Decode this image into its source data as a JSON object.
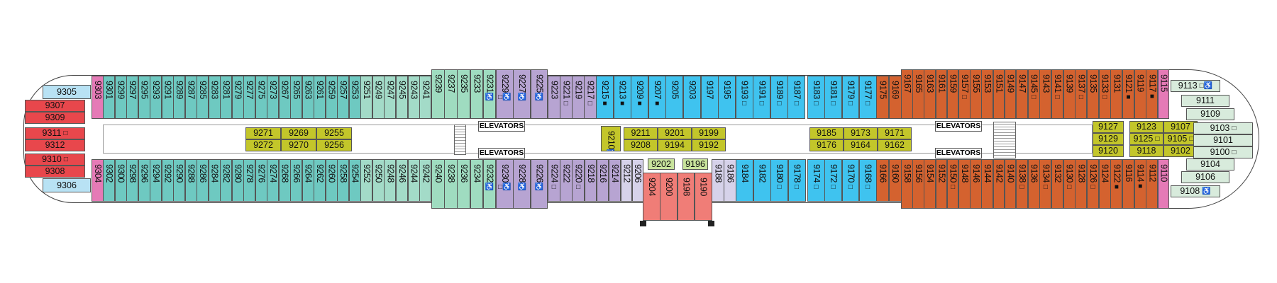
{
  "colors": {
    "teal_dark": "#6ec9c1",
    "teal_light": "#a3dbc8",
    "mint": "#9fdcc0",
    "purple": "#b7a4d2",
    "lavender": "#d6d2ea",
    "blue": "#3fc3ef",
    "orange": "#d4622f",
    "red": "#e8474c",
    "pink": "#e57ab6",
    "sky": "#b8e2f4",
    "olive": "#c3c62a",
    "bow_green": "#d8ebdc",
    "pale_green": "#c8e39c",
    "salmon": "#f07d77"
  },
  "marks": {
    "o": "□",
    "f": "■",
    "a": "♿",
    "oa": "□♿"
  },
  "elevators": [
    "ELEVATORS",
    "ELEVATORS",
    "ELEVATORS",
    "ELEVATORS"
  ],
  "sections": {
    "stern_top_blue": [
      {
        "n": "9305"
      }
    ],
    "stern_red": [
      {
        "n": "9307"
      },
      {
        "n": "9309"
      },
      {
        "n": "9311",
        "m": "o"
      },
      {
        "n": "9312"
      },
      {
        "n": "9310",
        "m": "o"
      },
      {
        "n": "9308"
      }
    ],
    "stern_bottom_blue": [
      {
        "n": "9306"
      }
    ],
    "pink_top_aft": [
      {
        "n": "9303"
      }
    ],
    "pink_bottom_aft": [
      {
        "n": "9304"
      }
    ],
    "teal_top": [
      {
        "n": "9301"
      },
      {
        "n": "9299"
      },
      {
        "n": "9297"
      },
      {
        "n": "9295"
      },
      {
        "n": "9293"
      },
      {
        "n": "9291"
      },
      {
        "n": "9289"
      },
      {
        "n": "9287"
      },
      {
        "n": "9285"
      },
      {
        "n": "9283"
      },
      {
        "n": "9281"
      },
      {
        "n": "9279"
      },
      {
        "n": "9277"
      },
      {
        "n": "9275"
      },
      {
        "n": "9273"
      },
      {
        "n": "9267"
      },
      {
        "n": "9265"
      },
      {
        "n": "9263"
      },
      {
        "n": "9261"
      },
      {
        "n": "9259"
      },
      {
        "n": "9257"
      },
      {
        "n": "9253"
      }
    ],
    "teal_light_top": [
      {
        "n": "9251"
      },
      {
        "n": "9249"
      },
      {
        "n": "9247"
      },
      {
        "n": "9245"
      },
      {
        "n": "9243"
      },
      {
        "n": "9241"
      }
    ],
    "mint_top": [
      {
        "n": "9239"
      },
      {
        "n": "9237"
      },
      {
        "n": "9235"
      },
      {
        "n": "9233"
      },
      {
        "n": "9231",
        "m": "a"
      }
    ],
    "purple_top_a": [
      {
        "n": "9229",
        "m": "oa"
      },
      {
        "n": "9227",
        "m": "a"
      },
      {
        "n": "9225",
        "m": "a"
      }
    ],
    "purple_top_b": [
      {
        "n": "9223"
      },
      {
        "n": "9221",
        "m": "o"
      },
      {
        "n": "9219"
      },
      {
        "n": "9217",
        "m": "o"
      }
    ],
    "blue_top_a": [
      {
        "n": "9215",
        "m": "f"
      },
      {
        "n": "9213",
        "m": "f"
      },
      {
        "n": "9209",
        "m": "f"
      },
      {
        "n": "9207",
        "m": "f"
      },
      {
        "n": "9205"
      },
      {
        "n": "9203"
      },
      {
        "n": "9197"
      },
      {
        "n": "9195"
      },
      {
        "n": "9193",
        "m": "o"
      },
      {
        "n": "9191",
        "m": "o"
      },
      {
        "n": "9189",
        "m": "o"
      },
      {
        "n": "9187",
        "m": "o"
      }
    ],
    "blue_top_b": [
      {
        "n": "9183",
        "m": "o"
      },
      {
        "n": "9181",
        "m": "o"
      },
      {
        "n": "9179",
        "m": "o"
      },
      {
        "n": "9177",
        "m": "o"
      }
    ],
    "orange_top_a": [
      {
        "n": "9175"
      },
      {
        "n": "9169"
      }
    ],
    "orange_top_b": [
      {
        "n": "9167"
      },
      {
        "n": "9165"
      },
      {
        "n": "9163"
      },
      {
        "n": "9161"
      },
      {
        "n": "9159"
      },
      {
        "n": "9157",
        "m": "o"
      },
      {
        "n": "9155"
      },
      {
        "n": "9153"
      },
      {
        "n": "9151"
      },
      {
        "n": "9149"
      }
    ],
    "orange_top_c": [
      {
        "n": "9147"
      },
      {
        "n": "9145",
        "m": "o"
      },
      {
        "n": "9143"
      },
      {
        "n": "9141",
        "m": "o"
      },
      {
        "n": "9139"
      },
      {
        "n": "9137",
        "m": "o"
      },
      {
        "n": "9135"
      },
      {
        "n": "9133",
        "m": "o"
      },
      {
        "n": "9131"
      },
      {
        "n": "9121",
        "m": "f"
      },
      {
        "n": "9119"
      },
      {
        "n": "9117",
        "m": "f"
      }
    ],
    "pink_top_fwd": [
      {
        "n": "9115"
      }
    ],
    "teal_bottom": [
      {
        "n": "9302"
      },
      {
        "n": "9300"
      },
      {
        "n": "9298"
      },
      {
        "n": "9296"
      },
      {
        "n": "9294"
      },
      {
        "n": "9292"
      },
      {
        "n": "9290"
      },
      {
        "n": "9288"
      },
      {
        "n": "9286"
      },
      {
        "n": "9284"
      },
      {
        "n": "9282"
      },
      {
        "n": "9280"
      },
      {
        "n": "9278"
      },
      {
        "n": "9276"
      },
      {
        "n": "9274"
      },
      {
        "n": "9268"
      },
      {
        "n": "9266"
      },
      {
        "n": "9264"
      },
      {
        "n": "9262"
      },
      {
        "n": "9260"
      },
      {
        "n": "9258"
      },
      {
        "n": "9254"
      }
    ],
    "teal_light_bottom": [
      {
        "n": "9252"
      },
      {
        "n": "9250"
      },
      {
        "n": "9248"
      },
      {
        "n": "9246"
      },
      {
        "n": "9244"
      },
      {
        "n": "9242"
      }
    ],
    "mint_bottom": [
      {
        "n": "9240"
      },
      {
        "n": "9238"
      },
      {
        "n": "9236"
      },
      {
        "n": "9234"
      },
      {
        "n": "9232",
        "m": "a"
      }
    ],
    "purple_bottom_a": [
      {
        "n": "9230",
        "m": "oa"
      },
      {
        "n": "9228",
        "m": "a"
      },
      {
        "n": "9226",
        "m": "a"
      }
    ],
    "purple_bottom_b": [
      {
        "n": "9224",
        "m": "o"
      },
      {
        "n": "9222"
      },
      {
        "n": "9220",
        "m": "o"
      },
      {
        "n": "9218"
      },
      {
        "n": "9216"
      },
      {
        "n": "9214"
      }
    ],
    "lavender_bottom_a": [
      {
        "n": "9212"
      },
      {
        "n": "9206"
      }
    ],
    "pale_green_bottom": [
      {
        "n": "9202"
      },
      {
        "n": "9196"
      }
    ],
    "salmon_bottom": [
      {
        "n": "9204"
      },
      {
        "n": "9200"
      },
      {
        "n": "9198"
      },
      {
        "n": "9190"
      }
    ],
    "lavender_bottom_b": [
      {
        "n": "9188"
      },
      {
        "n": "9186"
      }
    ],
    "blue_bottom_a": [
      {
        "n": "9184"
      },
      {
        "n": "9182"
      },
      {
        "n": "9180",
        "m": "o"
      },
      {
        "n": "9178",
        "m": "o"
      }
    ],
    "blue_bottom_b": [
      {
        "n": "9174",
        "m": "o"
      },
      {
        "n": "9172",
        "m": "o"
      },
      {
        "n": "9170",
        "m": "o"
      },
      {
        "n": "9168",
        "m": "o"
      }
    ],
    "orange_bottom_a": [
      {
        "n": "9166"
      },
      {
        "n": "9160"
      }
    ],
    "orange_bottom_b": [
      {
        "n": "9158"
      },
      {
        "n": "9156"
      },
      {
        "n": "9154"
      },
      {
        "n": "9152"
      },
      {
        "n": "9150",
        "m": "o"
      },
      {
        "n": "9148"
      },
      {
        "n": "9146"
      },
      {
        "n": "9144"
      },
      {
        "n": "9142"
      },
      {
        "n": "9140"
      }
    ],
    "orange_bottom_c": [
      {
        "n": "9138",
        "m": "o"
      },
      {
        "n": "9136"
      },
      {
        "n": "9134",
        "m": "o"
      },
      {
        "n": "9132"
      },
      {
        "n": "9130",
        "m": "o"
      },
      {
        "n": "9128"
      },
      {
        "n": "9126",
        "m": "o"
      },
      {
        "n": "9124"
      },
      {
        "n": "9122",
        "m": "f"
      },
      {
        "n": "9116"
      },
      {
        "n": "9114",
        "m": "f"
      },
      {
        "n": "9112"
      }
    ],
    "pink_bottom_fwd": [
      {
        "n": "9110"
      }
    ],
    "olive_aft": [
      {
        "n": "9271"
      },
      {
        "n": "9272"
      },
      {
        "n": "9269"
      },
      {
        "n": "9270"
      },
      {
        "n": "9255"
      },
      {
        "n": "9256"
      }
    ],
    "olive_9210": [
      {
        "n": "9210",
        "m": "a"
      }
    ],
    "olive_mid": [
      {
        "n": "9211"
      },
      {
        "n": "9208"
      },
      {
        "n": "9201"
      },
      {
        "n": "9194"
      },
      {
        "n": "9199"
      },
      {
        "n": "9192"
      }
    ],
    "olive_fwd": [
      {
        "n": "9185"
      },
      {
        "n": "9176"
      },
      {
        "n": "9173"
      },
      {
        "n": "9164"
      },
      {
        "n": "9171"
      },
      {
        "n": "9162"
      }
    ],
    "olive_bow_a": [
      {
        "n": "9127"
      },
      {
        "n": "9129"
      },
      {
        "n": "9120"
      }
    ],
    "olive_bow_b": [
      {
        "n": "9123"
      },
      {
        "n": "9125",
        "m": "o"
      },
      {
        "n": "9118"
      },
      {
        "n": "9107"
      },
      {
        "n": "9105",
        "m": "o"
      },
      {
        "n": "9102"
      }
    ],
    "bow": [
      {
        "n": "9113",
        "m": "oa"
      },
      {
        "n": "9111"
      },
      {
        "n": "9109"
      },
      {
        "n": "9103",
        "m": "o"
      },
      {
        "n": "9101"
      },
      {
        "n": "9100",
        "m": "o"
      },
      {
        "n": "9104"
      },
      {
        "n": "9106"
      },
      {
        "n": "9108",
        "m": "a"
      }
    ]
  }
}
